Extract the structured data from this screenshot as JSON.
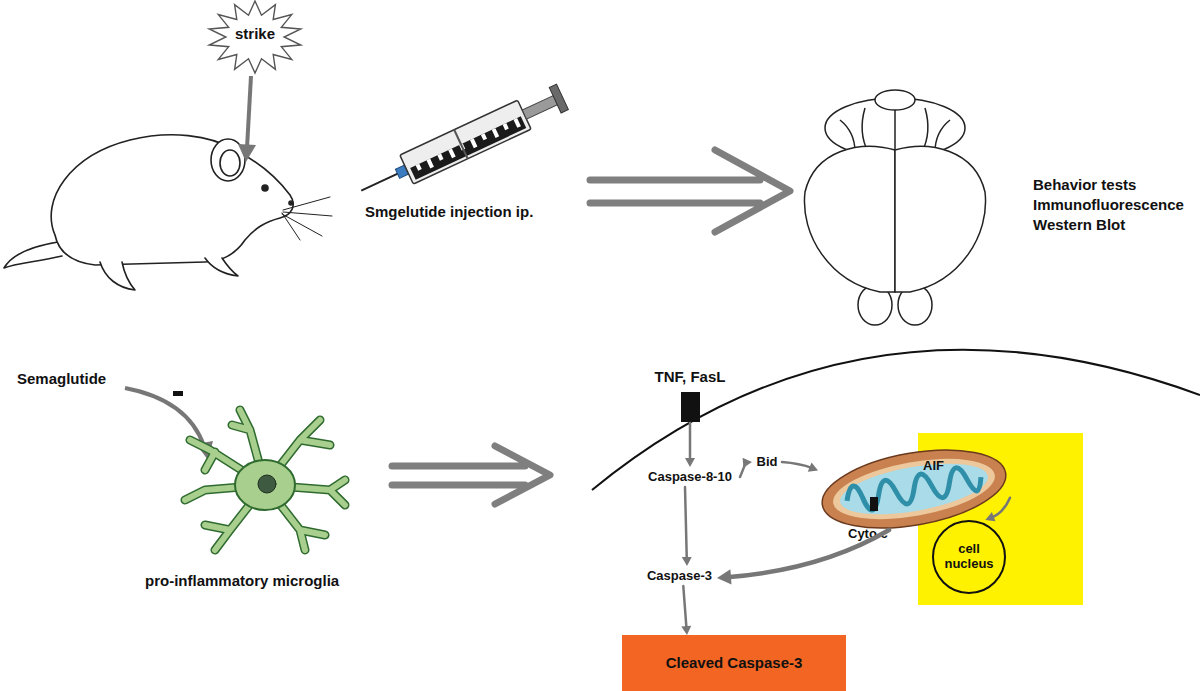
{
  "diagram": {
    "nodes": [
      {
        "text": [
          "strike"
        ]
      },
      {
        "text": [
          "TNF, FasL"
        ]
      },
      {
        "text": [
          "Caspase-8-10"
        ]
      },
      {
        "text": [
          "Bid"
        ]
      },
      {
        "text": [
          "AIF",
          "Cyto c"
        ]
      },
      {
        "text": [
          "cell nucleus"
        ]
      },
      {
        "text": [
          "Caspase-3"
        ]
      },
      {
        "text": [
          "Cleaved Caspase-3"
        ]
      }
    ],
    "edges": [
      {
        "from": 1,
        "to": 2,
        "arrow": "to"
      },
      {
        "from": 2,
        "to": 3,
        "arrow": "to"
      },
      {
        "from": 3,
        "to": 4,
        "arrow": "to"
      },
      {
        "from": 2,
        "to": 6,
        "arrow": "to"
      },
      {
        "from": 4,
        "to": 6,
        "arrow": "to"
      },
      {
        "from": 4,
        "to": 5,
        "arrow": "to"
      },
      {
        "from": 6,
        "to": 7,
        "arrow": "to"
      }
    ],
    "labels": [
      "Smgelutide injection ip.",
      "Behavior tests",
      "Immunofluorescence",
      "Western Blot",
      "Semaglutide",
      "pro-inflammatory microglia"
    ]
  }
}
